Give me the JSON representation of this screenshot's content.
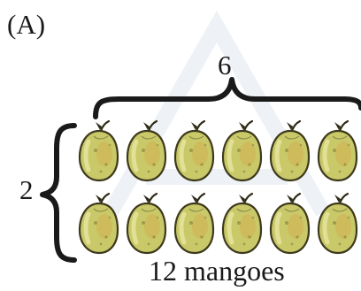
{
  "figure": {
    "part_label": "(A)",
    "columns_label": "6",
    "rows_label": "2",
    "caption": "12 mangoes",
    "rows": 2,
    "columns": 6
  },
  "icons": {
    "item": "mango-icon",
    "top_grouping": "curly-brace-icon",
    "left_grouping": "curly-brace-icon"
  },
  "colors": {
    "text": "#1a1a1a",
    "mango_fill": "#c9c96a",
    "mango_light": "#e4e29a",
    "mango_outline": "#3d3a1c",
    "mango_spot": "#8a8a3a",
    "mango_blush": "#d8a040",
    "stem": "#2e2a18",
    "watermark": "#eef2f7"
  }
}
